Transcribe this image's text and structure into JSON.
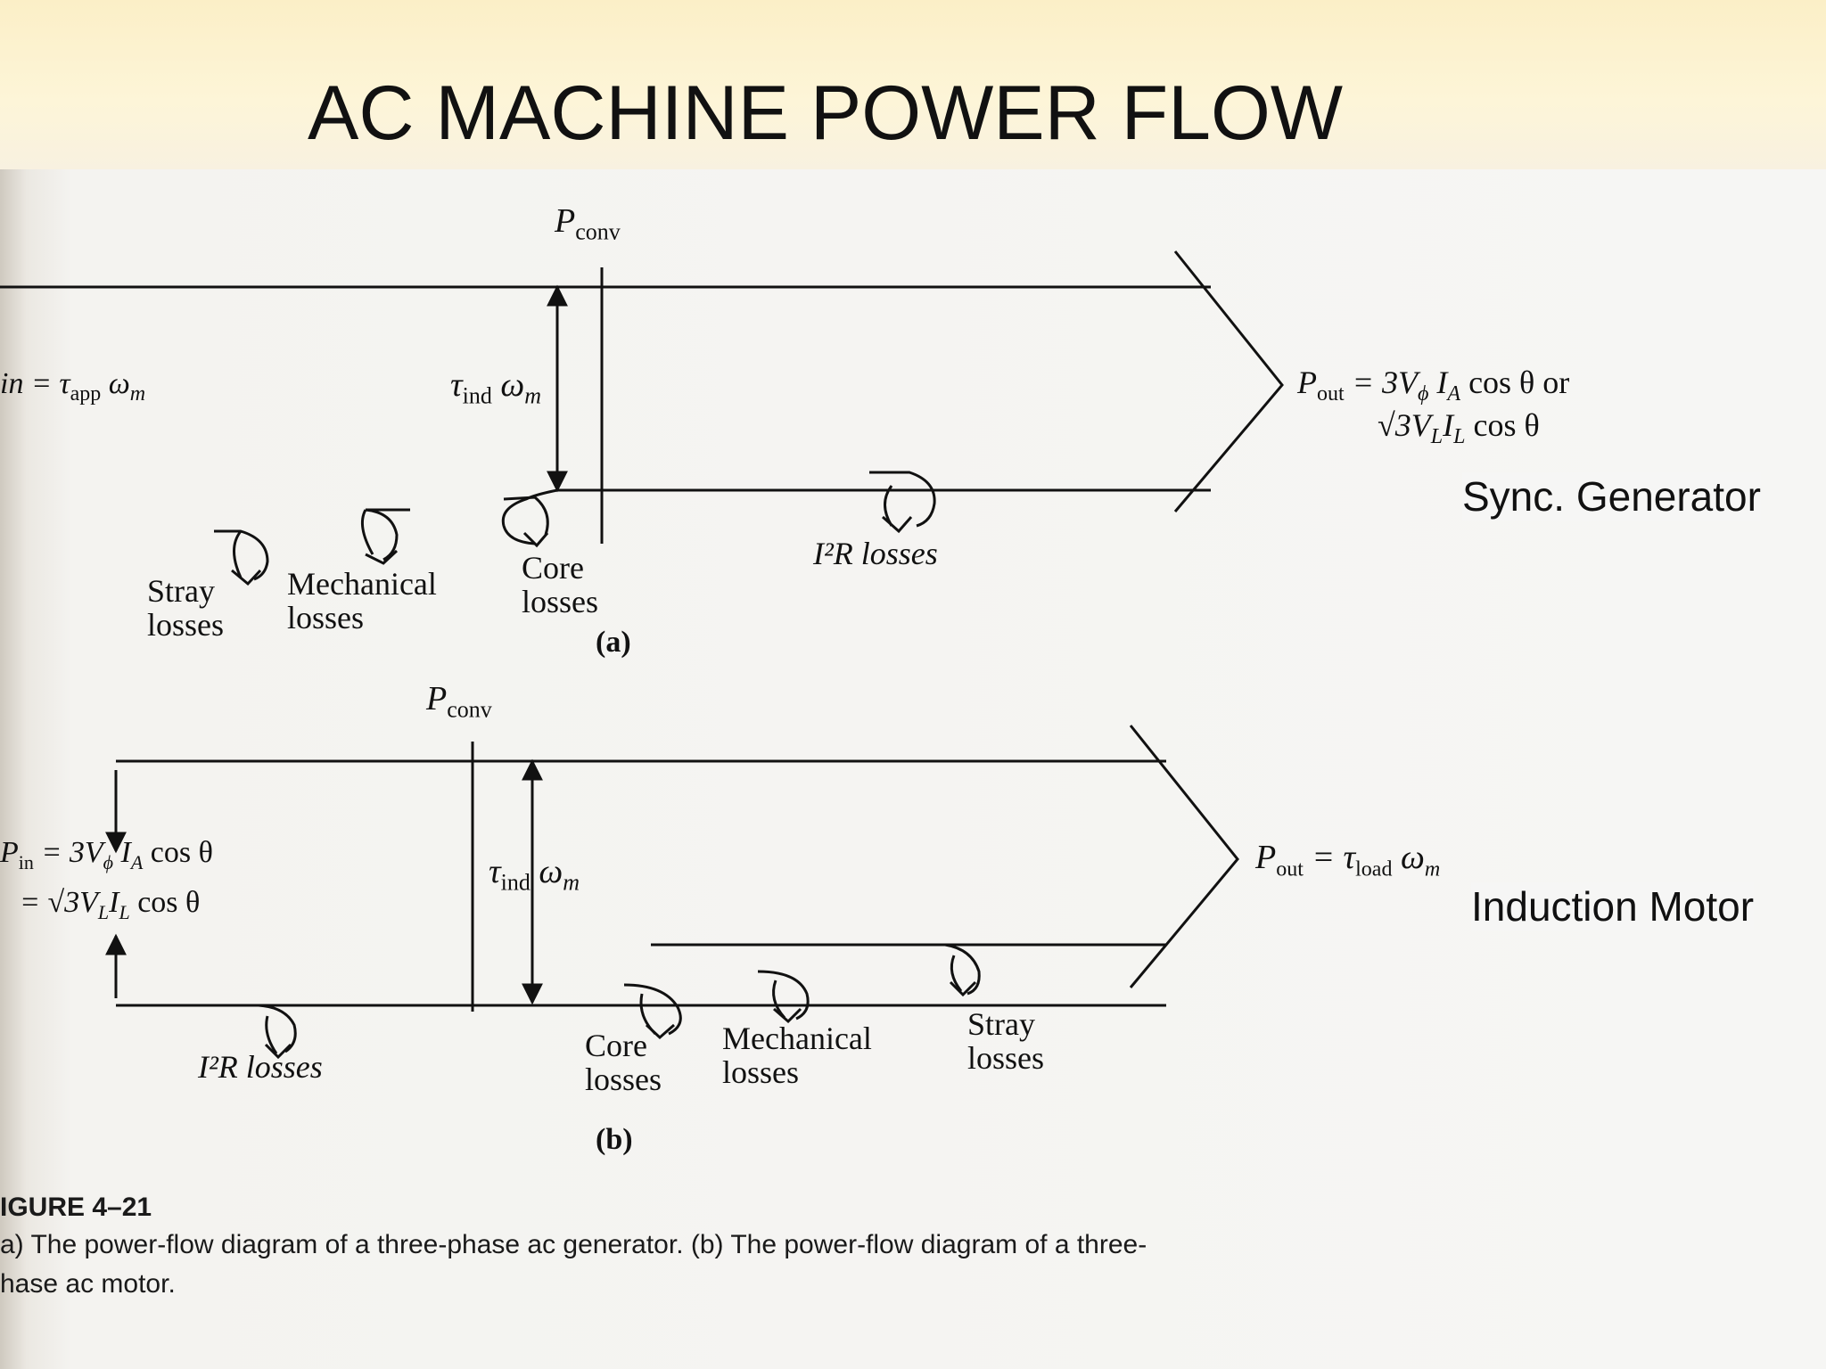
{
  "slide": {
    "title": "AC MACHINE POWER FLOW"
  },
  "diagram_a": {
    "p_conv": "P",
    "p_conv_sub": "conv",
    "p_in": "in = τ",
    "p_in_sub": "app",
    "p_in_tail": "ω",
    "p_in_tail_sub": "m",
    "tau_ind": "τ",
    "tau_ind_sub": "ind",
    "omega": "ω",
    "omega_sub": "m",
    "p_out_line1": "P",
    "p_out_line1_sub": "out",
    "p_out_line1_rest": "= 3V",
    "p_out_phi": "ϕ",
    "p_out_ia": "I",
    "p_out_ia_sub": "A",
    "p_out_cos": "cos θ or",
    "p_out_line2": "√3V",
    "p_out_line2_sub1": "L",
    "p_out_line2_mid": "I",
    "p_out_line2_sub2": "L",
    "p_out_line2_cos": "cos θ",
    "loss_stray_1": "Stray",
    "loss_stray_2": "losses",
    "loss_mech_1": "Mechanical",
    "loss_mech_2": "losses",
    "loss_core_1": "Core",
    "loss_core_2": "losses",
    "loss_i2r": "I²R losses",
    "label": "(a)"
  },
  "diagram_b": {
    "p_conv": "P",
    "p_conv_sub": "conv",
    "p_in_1": "P",
    "p_in_1_sub": "in",
    "p_in_1_rest": "= 3V",
    "p_in_1_phi": "ϕ",
    "p_in_1_ia": "I",
    "p_in_1_ia_sub": "A",
    "p_in_1_cos": "cos θ",
    "p_in_2": "= √3V",
    "p_in_2_sub1": "L",
    "p_in_2_mid": "I",
    "p_in_2_sub2": "L",
    "p_in_2_cos": "cos θ",
    "tau_ind": "τ",
    "tau_ind_sub": "ind",
    "omega": "ω",
    "omega_sub": "m",
    "p_out": "P",
    "p_out_sub": "out",
    "p_out_eq": "= τ",
    "p_out_load": "load",
    "p_out_omega": "ω",
    "p_out_omega_sub": "m",
    "loss_i2r": "I²R losses",
    "loss_core_1": "Core",
    "loss_core_2": "losses",
    "loss_mech_1": "Mechanical",
    "loss_mech_2": "losses",
    "loss_stray_1": "Stray",
    "loss_stray_2": "losses",
    "label": "(b)"
  },
  "labels": {
    "sync_generator": "Sync. Generator",
    "induction_motor": "Induction Motor"
  },
  "caption": {
    "figure": "IGURE 4–21",
    "line1": "a) The power-flow diagram of a three-phase ac generator. (b) The power-flow diagram of a three-",
    "line2": "hase ac motor."
  }
}
